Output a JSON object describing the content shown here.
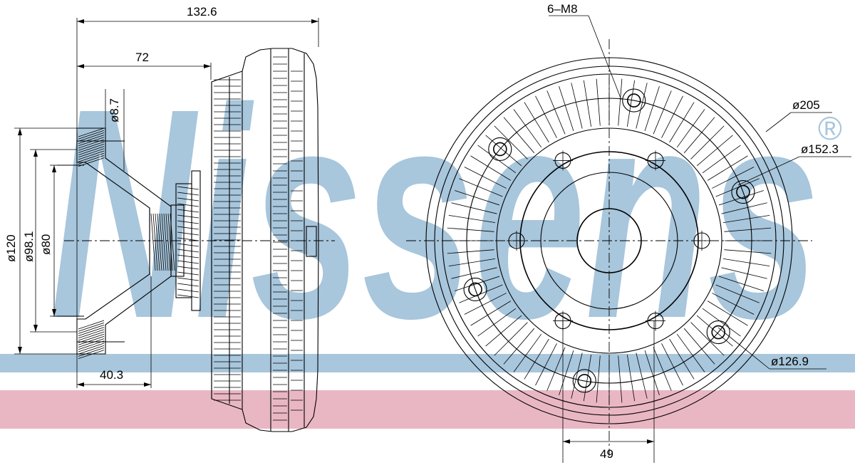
{
  "brand": {
    "logo_text": "Nissens",
    "registered_mark": "®",
    "logo_color": "#a8c6dc",
    "stripe_blue": "#a8c6dc",
    "stripe_red": "#e9b7c3"
  },
  "dimensions": {
    "overall_length": "132.6",
    "hub_length": "72",
    "hole_dia": "ø8.7",
    "flange_dia": "ø120",
    "bolt_circle_dia": "ø98.1",
    "pilot_dia": "ø80",
    "flange_depth": "40.3",
    "thread_spec": "6–M8",
    "outer_dia": "ø205",
    "thread_circle_dia": "ø152.3",
    "inner_ring_dia": "ø126.9",
    "hole_spacing": "49"
  }
}
